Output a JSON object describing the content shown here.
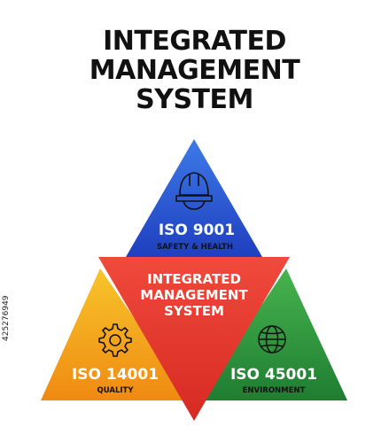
{
  "title": {
    "line1": "INTEGRATED",
    "line2": "MANAGEMENT",
    "line3": "SYSTEM"
  },
  "center": {
    "line1": "INTEGRATED",
    "line2": "MANAGEMENT",
    "line3": "SYSTEM",
    "color": "#e8312f"
  },
  "top": {
    "name": "ISO 9001",
    "sub": "SAFETY & HEALTH",
    "icon": "hard-hat-icon",
    "color": "#2a5bd7"
  },
  "left": {
    "name": "ISO 14001",
    "sub": "QUALITY",
    "icon": "gear-icon",
    "color": "#f3a81a"
  },
  "right": {
    "name": "ISO 45001",
    "sub": "ENVIRONMENT",
    "icon": "globe-icon",
    "color": "#2f9a3d"
  },
  "side_text": "425276949"
}
